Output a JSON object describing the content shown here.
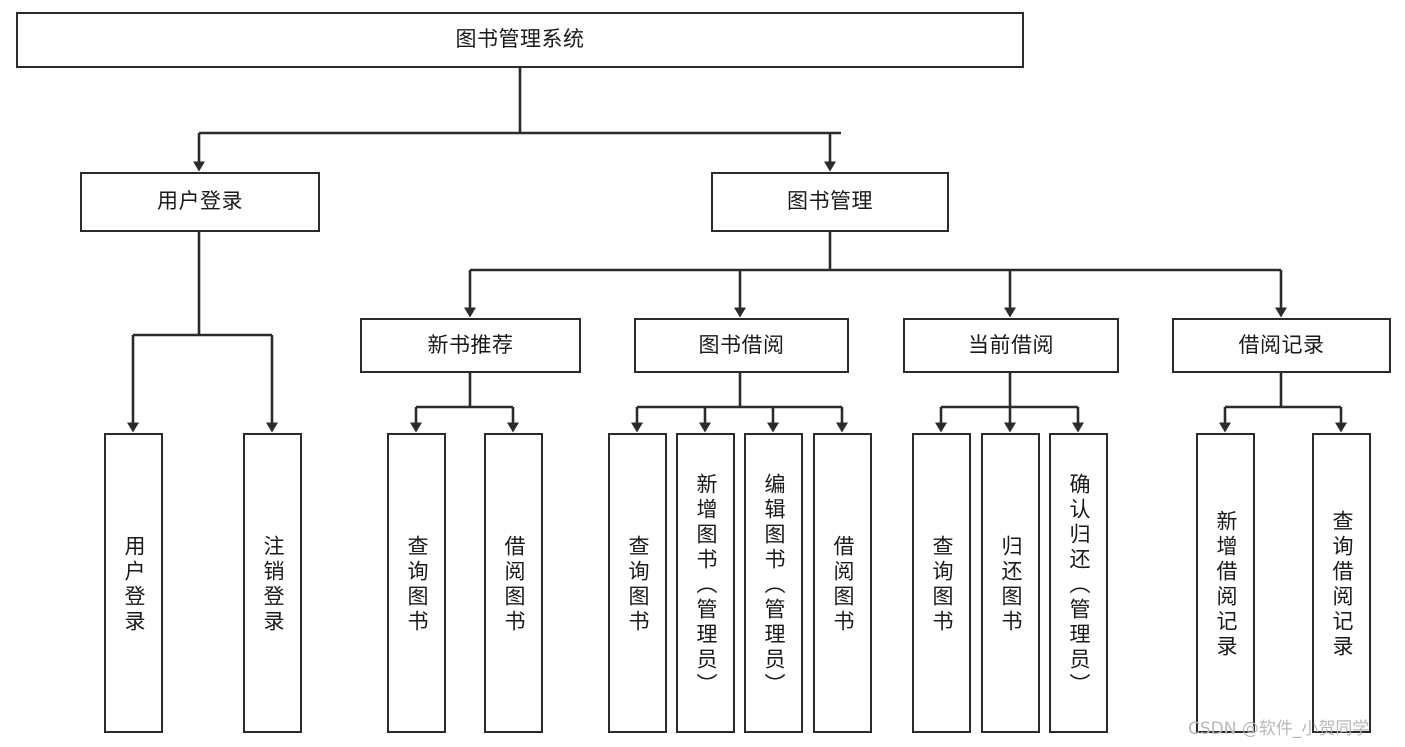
{
  "diagram": {
    "type": "hierarchy-tree",
    "title": "图书管理系统",
    "background_color": "#ffffff",
    "line_color": "#2b2b2b",
    "text_color": "#1a1a1a",
    "root": {
      "id": "root",
      "label": "图书管理系统",
      "orientation": "horizontal"
    },
    "level2": [
      {
        "id": "user-login",
        "label": "用户登录",
        "orientation": "horizontal"
      },
      {
        "id": "book-manage",
        "label": "图书管理",
        "orientation": "horizontal"
      }
    ],
    "level3": [
      {
        "id": "new-book-recommend",
        "label": "新书推荐",
        "orientation": "horizontal",
        "parent": "book-manage"
      },
      {
        "id": "book-borrow",
        "label": "图书借阅",
        "orientation": "horizontal",
        "parent": "book-manage"
      },
      {
        "id": "current-borrow",
        "label": "当前借阅",
        "orientation": "horizontal",
        "parent": "book-manage"
      },
      {
        "id": "borrow-record",
        "label": "借阅记录",
        "orientation": "horizontal",
        "parent": "book-manage"
      }
    ],
    "leaves": [
      {
        "id": "leaf-user-login",
        "label": "用户登录",
        "orientation": "vertical",
        "parent": "user-login"
      },
      {
        "id": "leaf-logout",
        "label": "注销登录",
        "orientation": "vertical",
        "parent": "user-login"
      },
      {
        "id": "leaf-query-book-1",
        "label": "查询图书",
        "orientation": "vertical",
        "parent": "new-book-recommend"
      },
      {
        "id": "leaf-borrow-book-1",
        "label": "借阅图书",
        "orientation": "vertical",
        "parent": "new-book-recommend"
      },
      {
        "id": "leaf-query-book-2",
        "label": "查询图书",
        "orientation": "vertical",
        "parent": "book-borrow"
      },
      {
        "id": "leaf-add-book",
        "label": "新增图书（管理员）",
        "orientation": "vertical",
        "parent": "book-borrow"
      },
      {
        "id": "leaf-edit-book",
        "label": "编辑图书（管理员）",
        "orientation": "vertical",
        "parent": "book-borrow"
      },
      {
        "id": "leaf-borrow-book-2",
        "label": "借阅图书",
        "orientation": "vertical",
        "parent": "book-borrow"
      },
      {
        "id": "leaf-query-book-3",
        "label": "查询图书",
        "orientation": "vertical",
        "parent": "current-borrow"
      },
      {
        "id": "leaf-return-book",
        "label": "归还图书",
        "orientation": "vertical",
        "parent": "current-borrow"
      },
      {
        "id": "leaf-confirm-return",
        "label": "确认归还（管理员）",
        "orientation": "vertical",
        "parent": "current-borrow"
      },
      {
        "id": "leaf-add-record",
        "label": "新增借阅记录",
        "orientation": "vertical",
        "parent": "borrow-record"
      },
      {
        "id": "leaf-query-record",
        "label": "查询借阅记录",
        "orientation": "vertical",
        "parent": "borrow-record"
      }
    ]
  },
  "watermark": {
    "text": "CSDN @软件_小贺同学"
  }
}
